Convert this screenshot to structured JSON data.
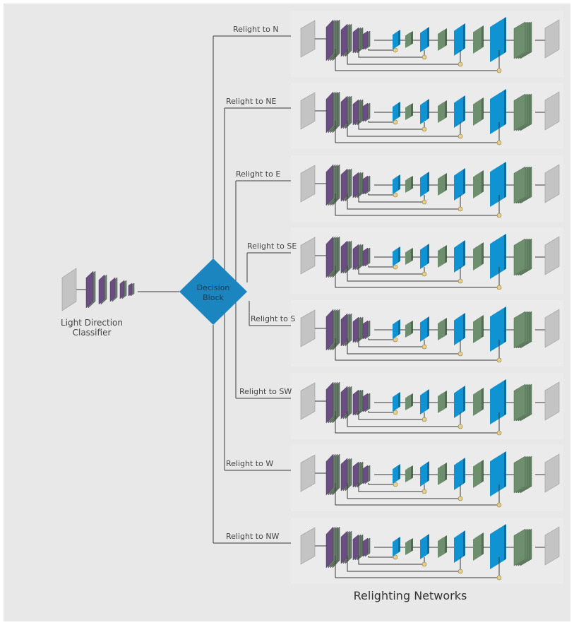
{
  "classifier": {
    "label_line1": "Light Direction",
    "label_line2": "Classifier"
  },
  "decision": {
    "label_line1": "Decision",
    "label_line2": "Block",
    "color": "#1b85c0"
  },
  "branches": [
    {
      "label": "Relight to N"
    },
    {
      "label": "Relight to NE"
    },
    {
      "label": "Relight to E"
    },
    {
      "label": "Relight to SE"
    },
    {
      "label": "Relight to S"
    },
    {
      "label": "Relight to SW"
    },
    {
      "label": "Relight to W"
    },
    {
      "label": "Relight to NW"
    }
  ],
  "footer": {
    "caption": "Relighting Networks"
  },
  "colors": {
    "background": "#e8e8e8",
    "panel": "#ebebeb",
    "encoder": "#6a4e82",
    "encoder_side": "#6b8a6b",
    "decoder": "#0f93d2",
    "green_block": "#6e8f6e",
    "image_plane": "#c4c4c4",
    "connector": "#3a3a3a",
    "concat_node": "#e8d08a"
  }
}
